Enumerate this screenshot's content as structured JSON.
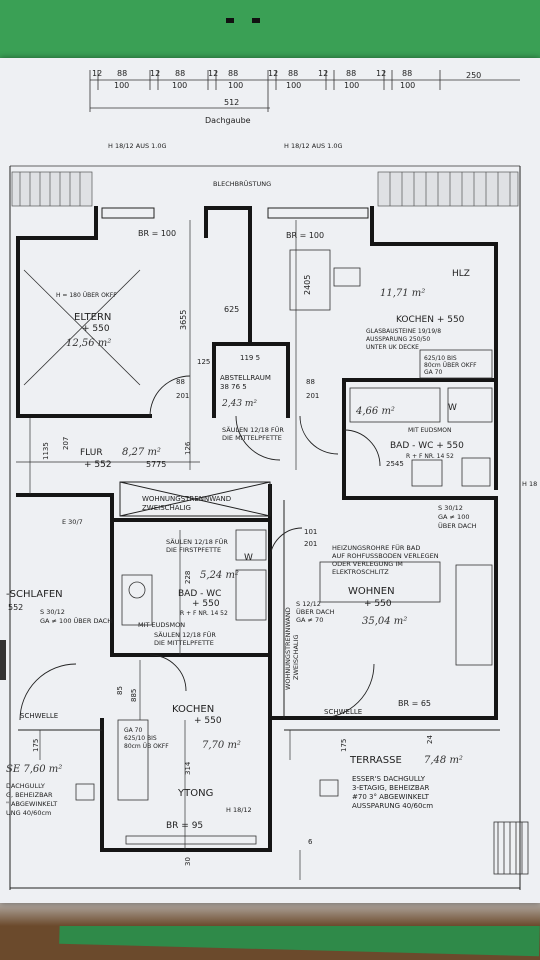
{
  "plan": {
    "dims_top": [
      "12",
      "88",
      "100",
      "12",
      "88",
      "100",
      "12",
      "88",
      "100",
      "12",
      "88",
      "100",
      "12",
      "88",
      "100",
      "12",
      "88",
      "100",
      "250"
    ],
    "dachgaube_dim": "512",
    "dachgaube": "Dachgaube",
    "h_note_left": "H 18/12 AUS 1.0G",
    "h_note_right": "H 18/12 AUS 1.0G",
    "blechbruestung": "BLECHBRÜSTUNG",
    "br100_left": "BR = 100",
    "br100_right": "BR = 100",
    "hlz": "HLZ",
    "eltern_note": "H = 180 ÜBER OKFF",
    "eltern": "ELTERN",
    "eltern_level": "+ 550",
    "eltern_area": "12,56 m²",
    "dim_3655": "3655",
    "dim_625": "625",
    "dim_2405": "2405",
    "kochen1_area": "11,71 m²",
    "kochen1": "KOCHEN + 550",
    "kochen1_note1": "GLASBAUSTEINE 19/19/8",
    "kochen1_note2": "AUSSPARUNG 250/50",
    "kochen1_note3": "UNTER UK DECKE",
    "kochen1_note4": "625/10 BIS",
    "kochen1_note5": "80cm ÜBER OKFF",
    "kochen1_note6": "GA 70",
    "dim_1195": "119 5",
    "abstellraum": "ABSTELLRAUM",
    "abst_dims": "38  76 5",
    "abst_area": "2,43 m²",
    "dim_88_201_a": "88",
    "dim_88_201_b": "201",
    "dim_125": "125",
    "dim_201": "201",
    "bad1_area": "4,66 m²",
    "mit_eudsmon": "MIT EUDSMON",
    "bad1": "BAD - WC + 550",
    "bad1_note": "R + F NR. 14 52",
    "dim_2545": "2545",
    "saeulen1": "SÄULEN 12/18 FÜR",
    "saeulen1b": "DIE MITTELPFETTE",
    "flur": "FLUR",
    "flur_area": "8,27 m²",
    "flur_level": "+ 552",
    "dim_5775": "5775",
    "dim_126": "126",
    "dim_1135": "1135",
    "dim_207": "207",
    "wohnungstrennwand1": "WOHNUNGSTRENNWAND",
    "zweischalig1": "ZWEISCHALIG",
    "e307": "E 30/7",
    "s3012_right": "S 30/12",
    "ga100_right": "GA ≠ 100",
    "ueber_dach_right": "ÜBER DACH",
    "dim_101": "101",
    "dim_201b": "201",
    "saeulen2": "SÄULEN 12/18 FÜR",
    "saeulen2b": "DIE FIRSTPFETTE",
    "heizung1": "HEIZUNGSROHRE FÜR BAD",
    "heizung2": "AUF ROHFUSSBODEN VERLEGEN",
    "heizung3": "ODER VERLEGUNG IM",
    "heizung4": "ELEKTROSCHLITZ",
    "schlafen": "-SCHLAFEN",
    "schlafen_level": "552",
    "s3012_left": "S 30/12",
    "ga100_left": "GA ≠ 100 ÜBER DACH",
    "dim_228": "228",
    "bad2_area": "5,24 m²",
    "bad2": "BAD - WC",
    "bad2_level": "+ 550",
    "bad2_note": "R + F NR. 14 52",
    "mit_eudsmon2": "MIT EUDSMON",
    "saeulen3": "SÄULEN 12/18 FÜR",
    "saeulen3b": "DIE MITTELPFETTE",
    "s1212": "S 12/12",
    "ueber_dach2": "ÜBER DACH",
    "ga70_mid": "GA ≠ 70",
    "wohnen": "WOHNEN",
    "wohnen_level": "+ 550",
    "wohnen_area": "35,04 m²",
    "wohnungstrennwand2": "WOHNUNGSTRENNWAND",
    "zweischalig2": "ZWEISCHALIG",
    "dim_885": "885",
    "dim_85": "85",
    "schwelle_left": "SCHWELLE",
    "schwelle_right": "SCHWELLE",
    "br65": "BR = 65",
    "kochen2": "KOCHEN",
    "kochen2_level": "+ 550",
    "kochen2_area": "7,70 m²",
    "kochen2_note1": "GA 70",
    "kochen2_note2": "625/10 BIS",
    "kochen2_note3": "80cm ÜB OKFF",
    "dim_314": "314",
    "dim_175_left": "175",
    "dim_175_right": "175",
    "dim_24": "24",
    "se_area": "SE  7,60 m²",
    "dachgully_l1": "DACHGULLY",
    "dachgully_l2": "G, BEHEIZBAR",
    "dachgully_l3": "\" ABGEWINKELT",
    "dachgully_l4": "UNG 40/60cm",
    "terrasse": "TERRASSE",
    "terrasse_area": "7,48 m²",
    "esser1": "ESSER'S DACHGULLY",
    "esser2": "3-ETAGIG, BEHEIZBAR",
    "esser3": "#70 3° ABGEWINKELT",
    "esser4": "AUSSPARUNG 40/60cm",
    "ytong": "YTONG",
    "h1812_bottom": "H 18/12",
    "br95": "BR = 95",
    "dim_30": "30",
    "dim_6": "6",
    "h18_right": "H 18",
    "w1": "W",
    "w2": "W"
  }
}
